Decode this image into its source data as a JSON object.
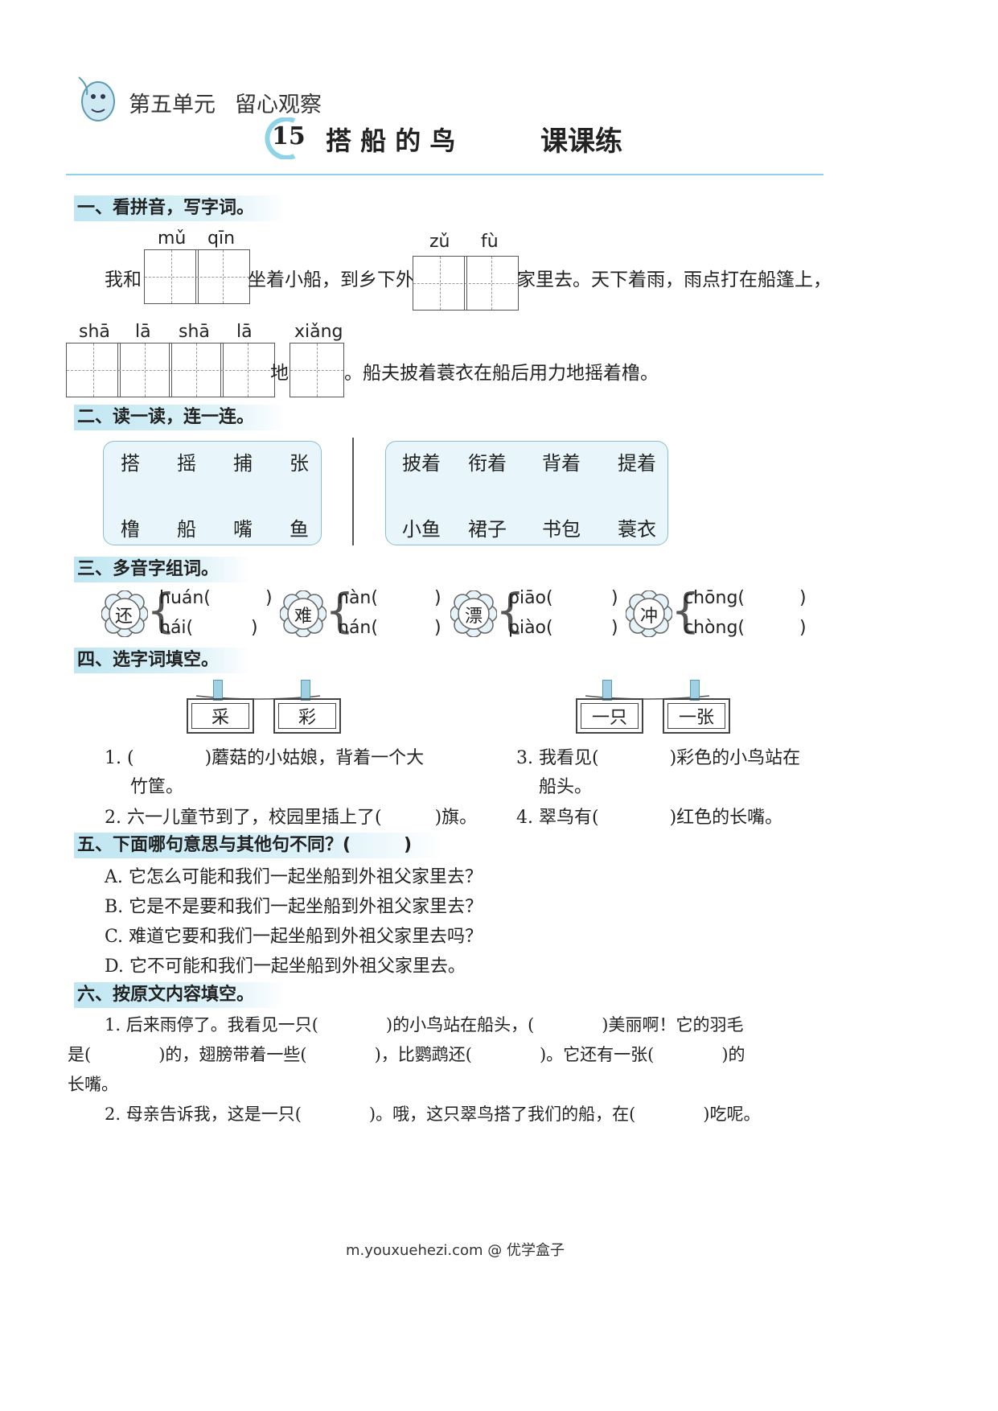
{
  "header": {
    "unit": "第五单元",
    "theme": "留心观察",
    "lesson_no": "15",
    "lesson_title": "搭 船 的 鸟",
    "practice": "课课练"
  },
  "s1": {
    "title": "一、看拼音，写字词。",
    "py": [
      "mǔ",
      "qīn",
      "zǔ",
      "fù",
      "shā",
      "lā",
      "shā",
      "lā",
      "xiǎng"
    ],
    "t1": "我和",
    "t2": "坐着小船，到乡下外",
    "t3": "家里去。天下着雨，雨点打在船篷上，",
    "t4": "地",
    "t5": "。船夫披着蓑衣在船后用力地摇着橹。"
  },
  "s2": {
    "title": "二、读一读，连一连。",
    "left_top": [
      "搭",
      "摇",
      "捕",
      "张"
    ],
    "left_bottom": [
      "橹",
      "船",
      "嘴",
      "鱼"
    ],
    "right_top": [
      "披着",
      "衔着",
      "背着",
      "提着"
    ],
    "right_bottom": [
      "小鱼",
      "裙子",
      "书包",
      "蓑衣"
    ]
  },
  "s3": {
    "title": "三、多音字组词。",
    "items": [
      {
        "char": "还",
        "a": "huán(",
        "b": "hái("
      },
      {
        "char": "难",
        "a": "nàn(",
        "b": "nán("
      },
      {
        "char": "漂",
        "a": "piāo(",
        "b": "piào("
      },
      {
        "char": "冲",
        "a": "chōng(",
        "b": "chòng("
      }
    ],
    "close": ")"
  },
  "s4": {
    "title": "四、选字词填空。",
    "cards1": [
      "采",
      "彩"
    ],
    "cards2": [
      "一只",
      "一张"
    ],
    "q1a": "1. (　　　　)蘑菇的小姑娘，背着一个大",
    "q1b": "竹筐。",
    "q2": "2. 六一儿童节到了，校园里插上了(　　　)旗。",
    "q3a": "3. 我看见(　　　　)彩色的小鸟站在",
    "q3b": "船头。",
    "q4": "4. 翠鸟有(　　　　)红色的长嘴。"
  },
  "s5": {
    "title": "五、下面哪句意思与其他句不同？(　　　)",
    "options": [
      "A. 它怎么可能和我们一起坐船到外祖父家里去？",
      "B. 它是不是要和我们一起坐船到外祖父家里去？",
      "C. 难道它要和我们一起坐船到外祖父家里去吗？",
      "D. 它不可能和我们一起坐船到外祖父家里去。"
    ]
  },
  "s6": {
    "title": "六、按原文内容填空。",
    "l1": "1. 后来雨停了。我看见一只(　　　　)的小鸟站在船头，(　　　　)美丽啊！它的羽毛",
    "l2": "是(　　　　)的，翅膀带着一些(　　　　)，比鹦鹉还(　　　　)。它还有一张(　　　　)的",
    "l3": "长嘴。",
    "l4": "2. 母亲告诉我，这是一只(　　　　)。哦，这只翠鸟搭了我们的船，在(　　　　)吃呢。"
  },
  "footer": "m.youxuehezi.com @ 优学盒子",
  "colors": {
    "accent": "#8fd3e8",
    "section_bg": "#bfe6f2"
  }
}
